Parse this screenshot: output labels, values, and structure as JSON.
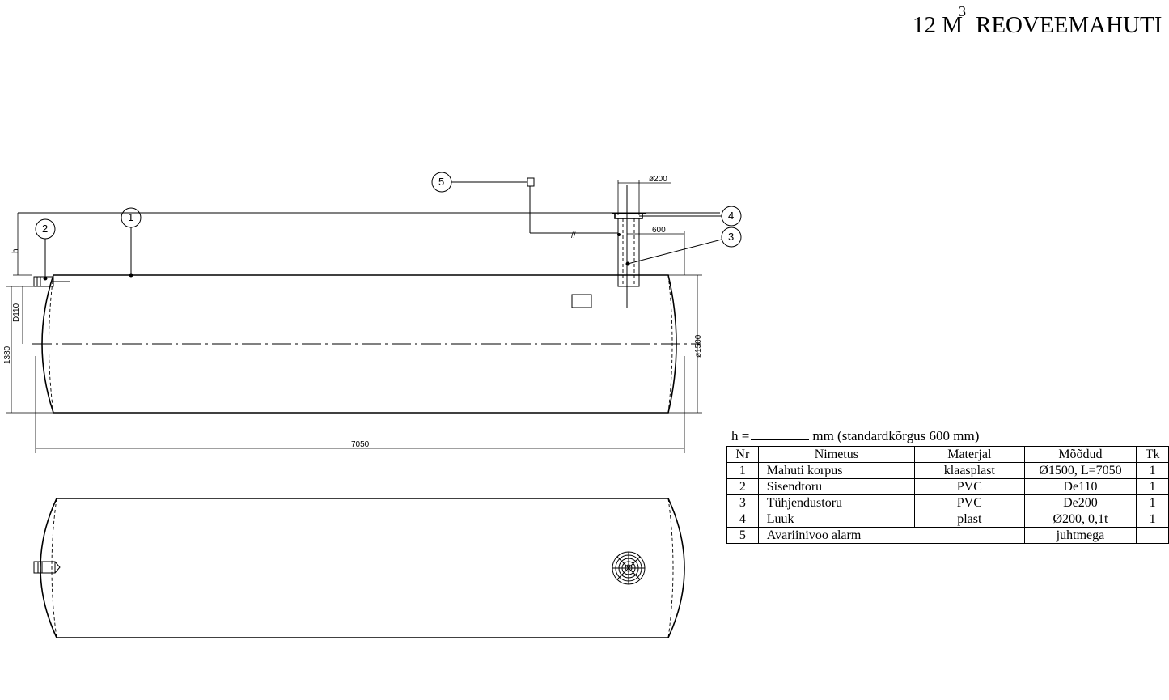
{
  "title": {
    "prefix": "12 M",
    "superscript": "3",
    "suffix": "REOVEEMAHUTI"
  },
  "callouts": [
    "1",
    "2",
    "3",
    "4",
    "5"
  ],
  "dimensions": {
    "length": "7050",
    "diameter": "ø1500",
    "height_total": "1380",
    "inlet": "D110",
    "h_label": "h",
    "outlet_offset": "600",
    "hatch_diameter": "ø200",
    "pipe_break": "//"
  },
  "h_note": {
    "prefix": "h =",
    "suffix": "mm (standardkõrgus 600 mm)"
  },
  "table": {
    "headers": [
      "Nr",
      "Nimetus",
      "Materjal",
      "Mõõdud",
      "Tk"
    ],
    "rows": [
      {
        "nr": "1",
        "name": "Mahuti korpus",
        "material": "klaasplast",
        "dims": "Ø1500, L=7050",
        "qty": "1"
      },
      {
        "nr": "2",
        "name": "Sisendtoru",
        "material": "PVC",
        "dims": "De110",
        "qty": "1"
      },
      {
        "nr": "3",
        "name": "Tühjendustoru",
        "material": "PVC",
        "dims": "De200",
        "qty": "1"
      },
      {
        "nr": "4",
        "name": "Luuk",
        "material": "plast",
        "dims": "Ø200, 0,1t",
        "qty": "1"
      },
      {
        "nr": "5",
        "name": "Avariinivoo alarm",
        "material": "",
        "dims": "juhtmega",
        "qty": ""
      }
    ]
  }
}
